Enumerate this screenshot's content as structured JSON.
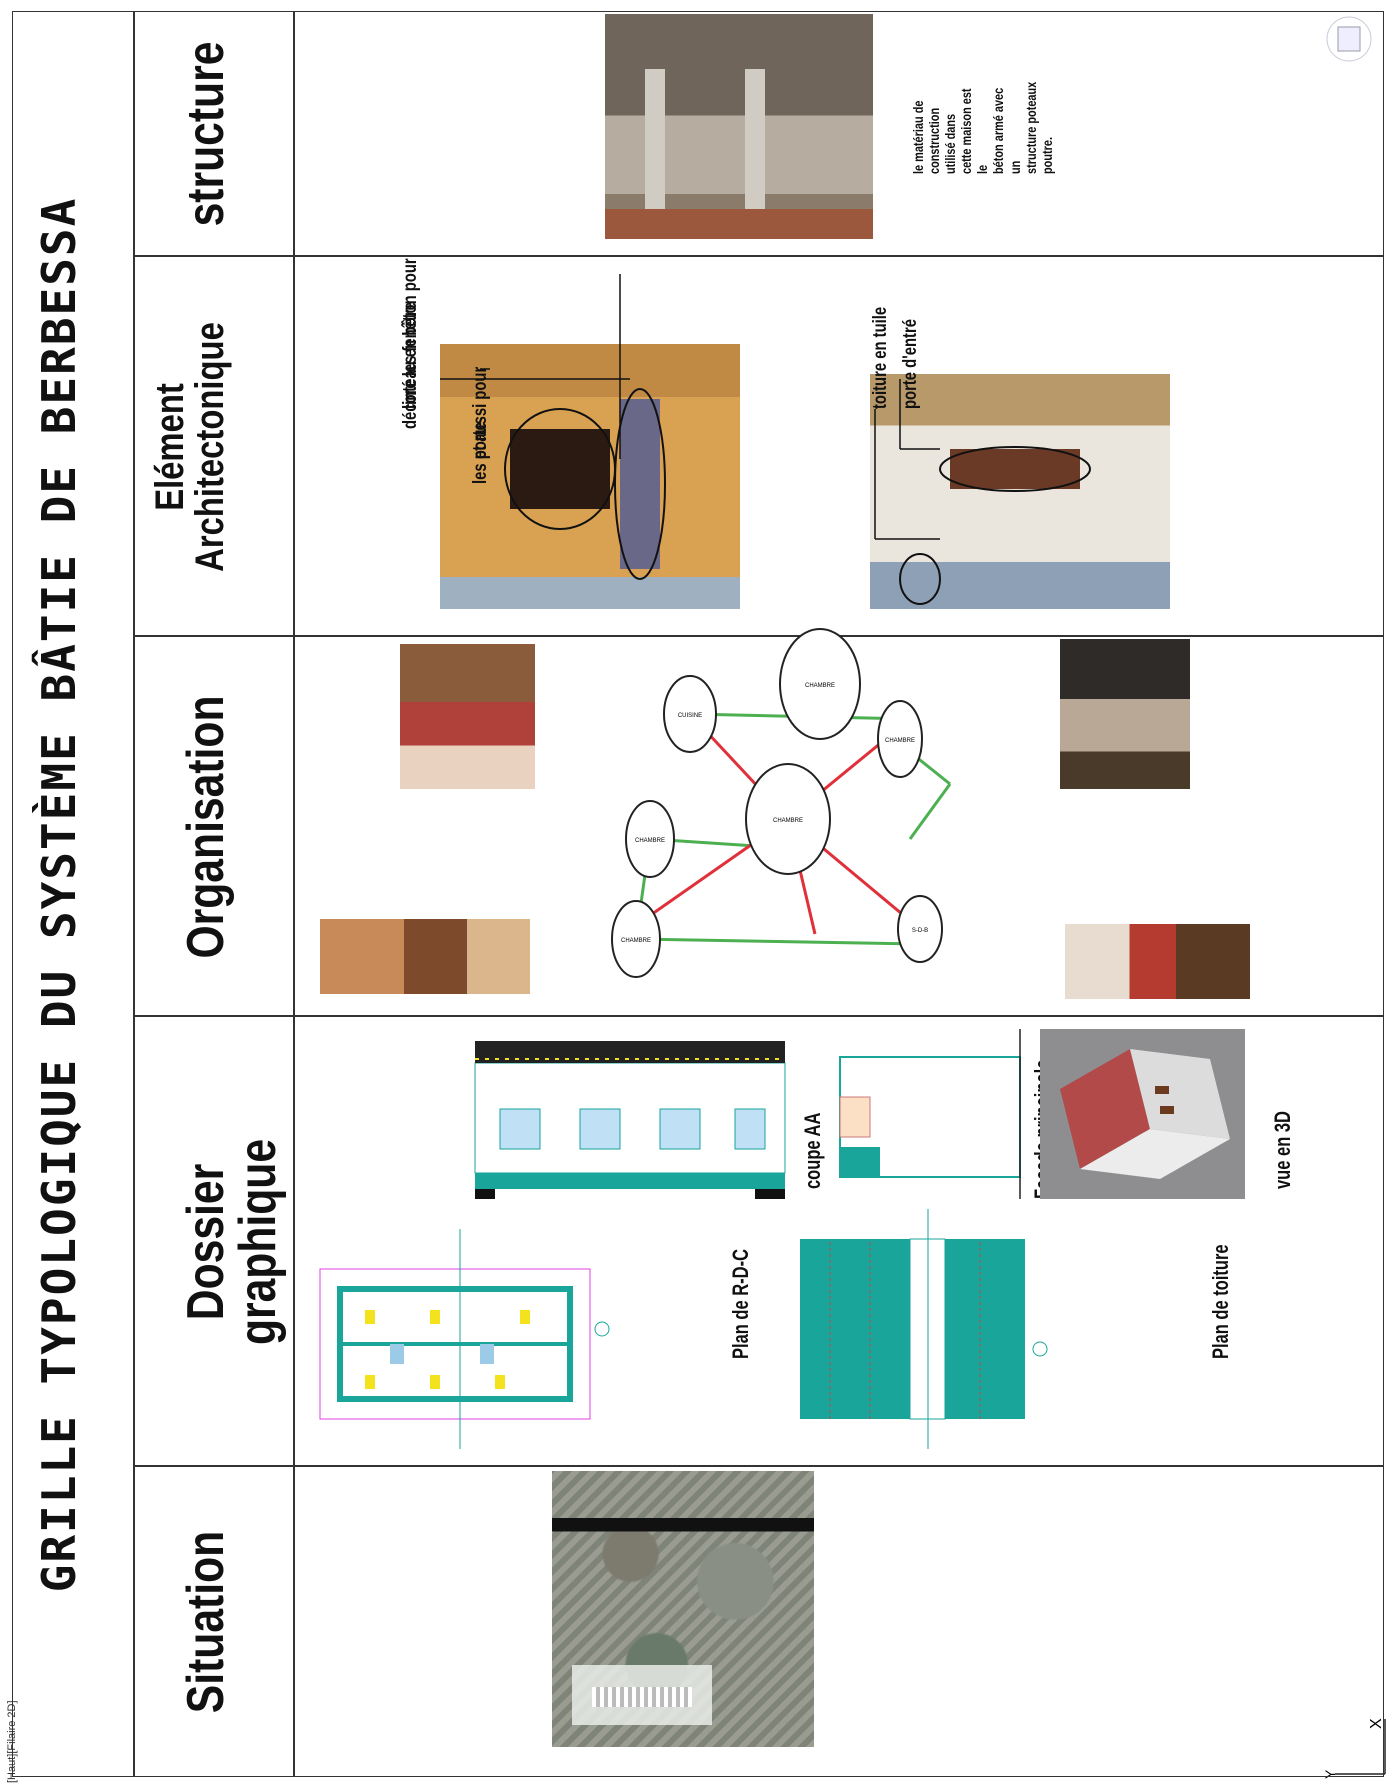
{
  "title": "GRILLE TYPOLOGIQUE DU SYSTÈME BÂTIE DE BERBESSA",
  "corner_label": "[Haut][Filaire 2D]",
  "sections": {
    "situation": "Situation",
    "dossier": "Dossier graphique",
    "organisation": "Organisation",
    "element": "Elément Architectonique",
    "structure": "structure"
  },
  "dossier": {
    "plan_rdc": "Plan de R-D-C",
    "plan_toiture": "Plan de toiture",
    "coupe": "coupe AA",
    "facade": "Façade principale",
    "vue3d": "vue en 3D"
  },
  "organisation": {
    "nodes": [
      "CHAMBRE",
      "CUISINE",
      "CHAMBRE",
      "S-D-B",
      "CHAMBRE",
      "CHAMBRE",
      "CHAMBRE"
    ]
  },
  "element": {
    "linteau_1": "linteau en bêton pour",
    "linteau_2": "décoré les fenêtre",
    "linteau_3": "et aussi pour",
    "linteau_4": "les porte",
    "toiture": "toiture en tuile",
    "porte": "porte d'entré"
  },
  "structure": {
    "text": [
      "le matériau de",
      "construction utilisé dans",
      "cette maison est le",
      "béton armé avec un",
      "structure poteaux",
      "poutre."
    ]
  },
  "colors": {
    "network_red": "#e0303a",
    "network_green": "#4caf50",
    "cad_teal": "#1aa59a",
    "cad_magenta": "#e040e0",
    "cad_yellow": "#f4e21c"
  },
  "icons": [
    "ucs-icon",
    "viewcube-icon"
  ]
}
